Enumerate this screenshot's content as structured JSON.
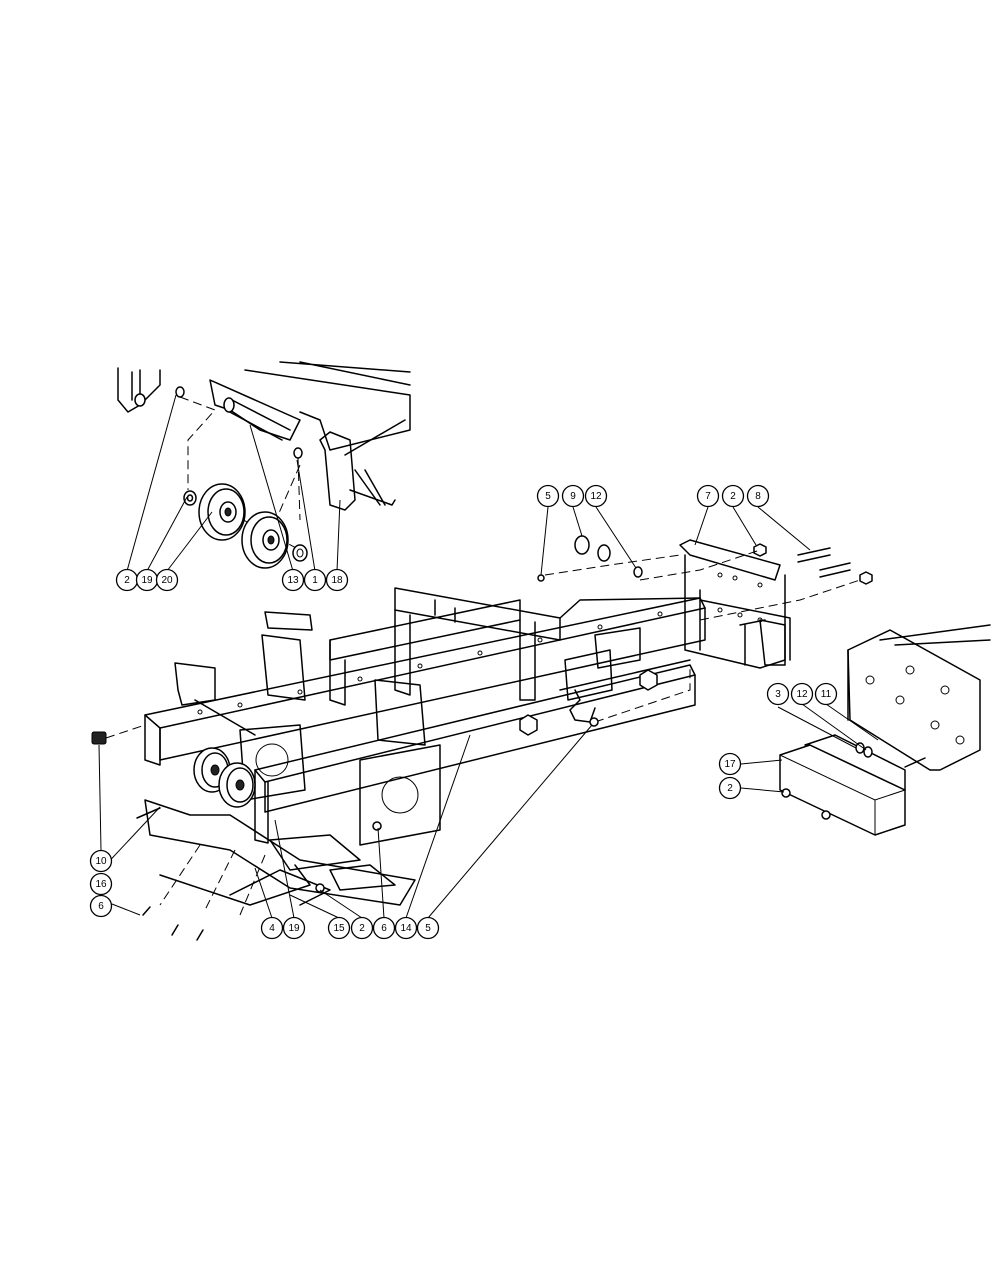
{
  "callouts": [
    {
      "id": "c-5a",
      "label": "5"
    },
    {
      "id": "c-9",
      "label": "9"
    },
    {
      "id": "c-12a",
      "label": "12"
    },
    {
      "id": "c-7",
      "label": "7"
    },
    {
      "id": "c-2a",
      "label": "2"
    },
    {
      "id": "c-8",
      "label": "8"
    },
    {
      "id": "c-2b",
      "label": "2"
    },
    {
      "id": "c-19a",
      "label": "19"
    },
    {
      "id": "c-20",
      "label": "20"
    },
    {
      "id": "c-13",
      "label": "13"
    },
    {
      "id": "c-1",
      "label": "1"
    },
    {
      "id": "c-18",
      "label": "18"
    },
    {
      "id": "c-3",
      "label": "3"
    },
    {
      "id": "c-12b",
      "label": "12"
    },
    {
      "id": "c-11",
      "label": "11"
    },
    {
      "id": "c-17",
      "label": "17"
    },
    {
      "id": "c-2c",
      "label": "2"
    },
    {
      "id": "c-10",
      "label": "10"
    },
    {
      "id": "c-16",
      "label": "16"
    },
    {
      "id": "c-6a",
      "label": "6"
    },
    {
      "id": "c-4",
      "label": "4"
    },
    {
      "id": "c-19b",
      "label": "19"
    },
    {
      "id": "c-15",
      "label": "15"
    },
    {
      "id": "c-2d",
      "label": "2"
    },
    {
      "id": "c-6b",
      "label": "6"
    },
    {
      "id": "c-14",
      "label": "14"
    },
    {
      "id": "c-5b",
      "label": "5"
    }
  ]
}
